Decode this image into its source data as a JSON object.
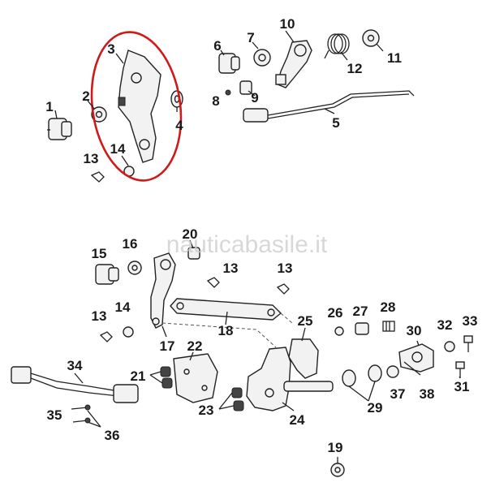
{
  "watermark": "nauticabasile.it",
  "highlight_color": "#d01a1a",
  "callouts": [
    {
      "id": "c1",
      "label": "1"
    },
    {
      "id": "c2",
      "label": "2"
    },
    {
      "id": "c3",
      "label": "3"
    },
    {
      "id": "c4",
      "label": "4"
    },
    {
      "id": "c5",
      "label": "5"
    },
    {
      "id": "c6",
      "label": "6"
    },
    {
      "id": "c7",
      "label": "7"
    },
    {
      "id": "c8",
      "label": "8"
    },
    {
      "id": "c9",
      "label": "9"
    },
    {
      "id": "c10",
      "label": "10"
    },
    {
      "id": "c11",
      "label": "11"
    },
    {
      "id": "c12",
      "label": "12"
    },
    {
      "id": "c13a",
      "label": "13"
    },
    {
      "id": "c14a",
      "label": "14"
    },
    {
      "id": "c20",
      "label": "20"
    },
    {
      "id": "c15",
      "label": "15"
    },
    {
      "id": "c16",
      "label": "16"
    },
    {
      "id": "c13b",
      "label": "13"
    },
    {
      "id": "c13c",
      "label": "13"
    },
    {
      "id": "c13d",
      "label": "13"
    },
    {
      "id": "c14b",
      "label": "14"
    },
    {
      "id": "c17",
      "label": "17"
    },
    {
      "id": "c18",
      "label": "18"
    },
    {
      "id": "c25",
      "label": "25"
    },
    {
      "id": "c26",
      "label": "26"
    },
    {
      "id": "c27",
      "label": "27"
    },
    {
      "id": "c28",
      "label": "28"
    },
    {
      "id": "c30",
      "label": "30"
    },
    {
      "id": "c32",
      "label": "32"
    },
    {
      "id": "c33",
      "label": "33"
    },
    {
      "id": "c22",
      "label": "22"
    },
    {
      "id": "c21",
      "label": "21"
    },
    {
      "id": "c34",
      "label": "34"
    },
    {
      "id": "c23",
      "label": "23"
    },
    {
      "id": "c24",
      "label": "24"
    },
    {
      "id": "c29",
      "label": "29"
    },
    {
      "id": "c37",
      "label": "37"
    },
    {
      "id": "c38",
      "label": "38"
    },
    {
      "id": "c31",
      "label": "31"
    },
    {
      "id": "c35",
      "label": "35"
    },
    {
      "id": "c36",
      "label": "36"
    },
    {
      "id": "c19",
      "label": "19"
    }
  ]
}
